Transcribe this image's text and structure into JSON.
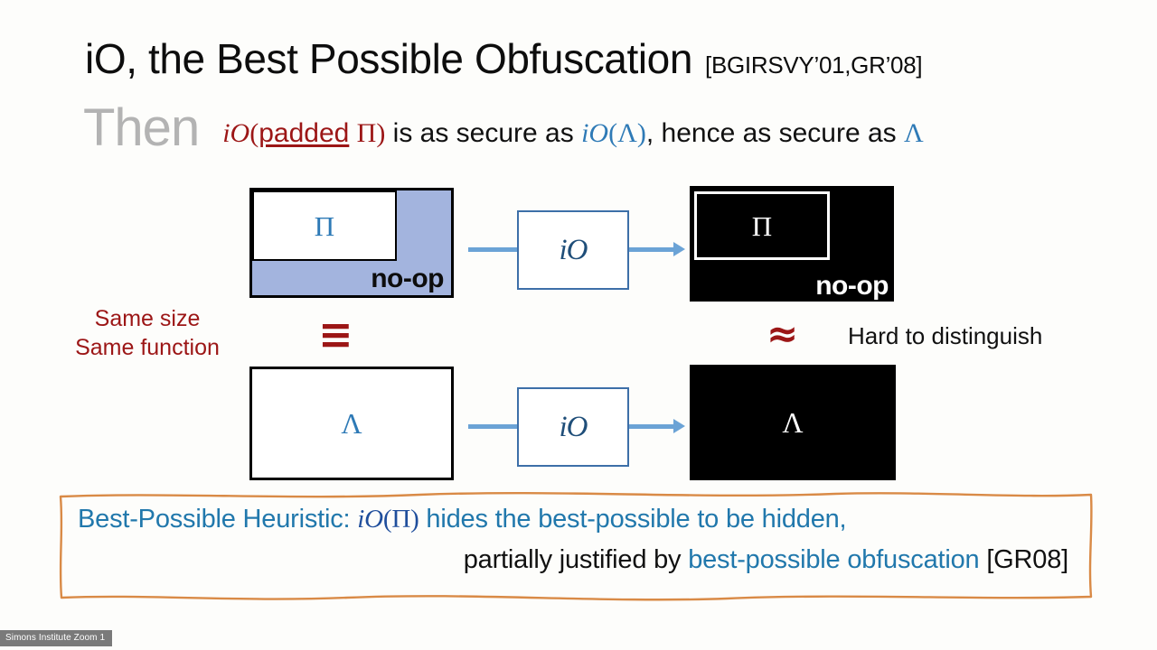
{
  "slide": {
    "title_main": "iO, the Best Possible Obfuscation",
    "title_citation": "[BGIRSVY’01,GR’08]"
  },
  "then_line": {
    "keyword": "Then",
    "frag_io_1": "iO",
    "frag_paren_open_1": "(",
    "frag_padded": "padded",
    "frag_pi_1": "Π",
    "frag_paren_close_1": ")",
    "frag_mid": " is as secure as ",
    "frag_io_2": "iO",
    "frag_paren_open_2": "(",
    "frag_lambda_1": "Λ",
    "frag_paren_close_2": ")",
    "frag_tail": ", hence as secure as ",
    "frag_lambda_2": "Λ"
  },
  "diagram": {
    "padded_box": {
      "inner_symbol": "Π",
      "noop_label": "no-op",
      "fill_color": "#a3b4de"
    },
    "obfuscated_padded_box": {
      "inner_symbol": "Π",
      "noop_label": "no-op",
      "fill_color": "#000000"
    },
    "lambda_box": {
      "symbol": "Λ"
    },
    "obfuscated_lambda_box": {
      "symbol": "Λ",
      "fill_color": "#000000"
    },
    "io_box_top_label": "iO",
    "io_box_bottom_label": "iO",
    "same_note_line1": "Same size",
    "same_note_line2": "Same function",
    "equivalence_symbol": "≡",
    "approx_symbol": "≈",
    "hard_note": "Hard to distinguish",
    "accent_red": "#9c1616",
    "accent_blue": "#2e7ab6",
    "arrow_color": "#6ba3d6"
  },
  "callout": {
    "border_color": "#d98a46",
    "line1_prefix": "Best-Possible Heuristic: ",
    "line1_io": "iO",
    "line1_paren_open": "(",
    "line1_pi": "Π",
    "line1_paren_close": ")",
    "line1_suffix": " hides the best-possible to be hidden,",
    "line2_prefix": "partially justified by ",
    "line2_highlight": "best-possible obfuscation",
    "line2_citation": " [GR08]"
  },
  "watermark": {
    "label": "Simons Institute Zoom 1"
  }
}
